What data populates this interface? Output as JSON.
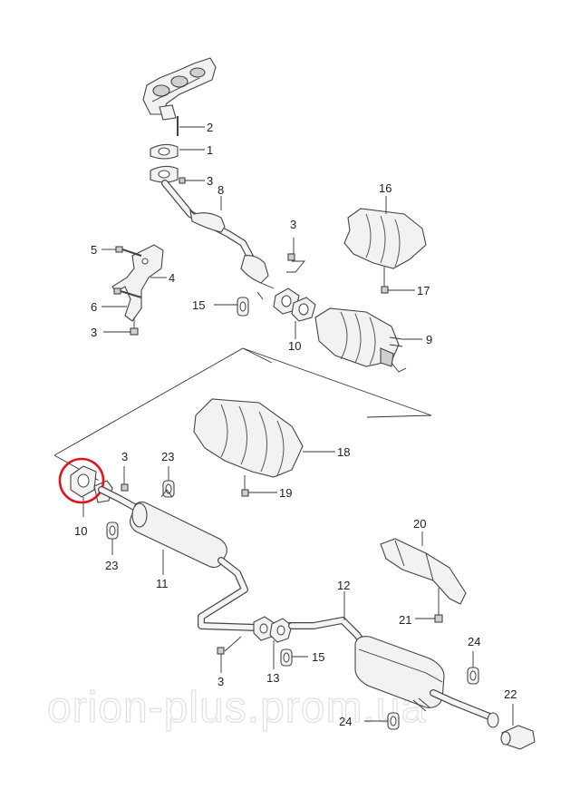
{
  "watermark": "orion-plus.prom.ua",
  "callouts": {
    "c1": "1",
    "c2": "2",
    "c3a": "3",
    "c3b": "3",
    "c3c": "3",
    "c3d": "3",
    "c3e": "3",
    "c4": "4",
    "c5": "5",
    "c6": "6",
    "c8": "8",
    "c9": "9",
    "c10a": "10",
    "c10b": "10",
    "c11": "11",
    "c12": "12",
    "c13": "13",
    "c15a": "15",
    "c15b": "15",
    "c16": "16",
    "c17": "17",
    "c18": "18",
    "c19": "19",
    "c20": "20",
    "c21": "21",
    "c22": "22",
    "c23a": "23",
    "c23b": "23",
    "c24a": "24",
    "c24b": "24"
  },
  "highlight_color": "#e0141e"
}
